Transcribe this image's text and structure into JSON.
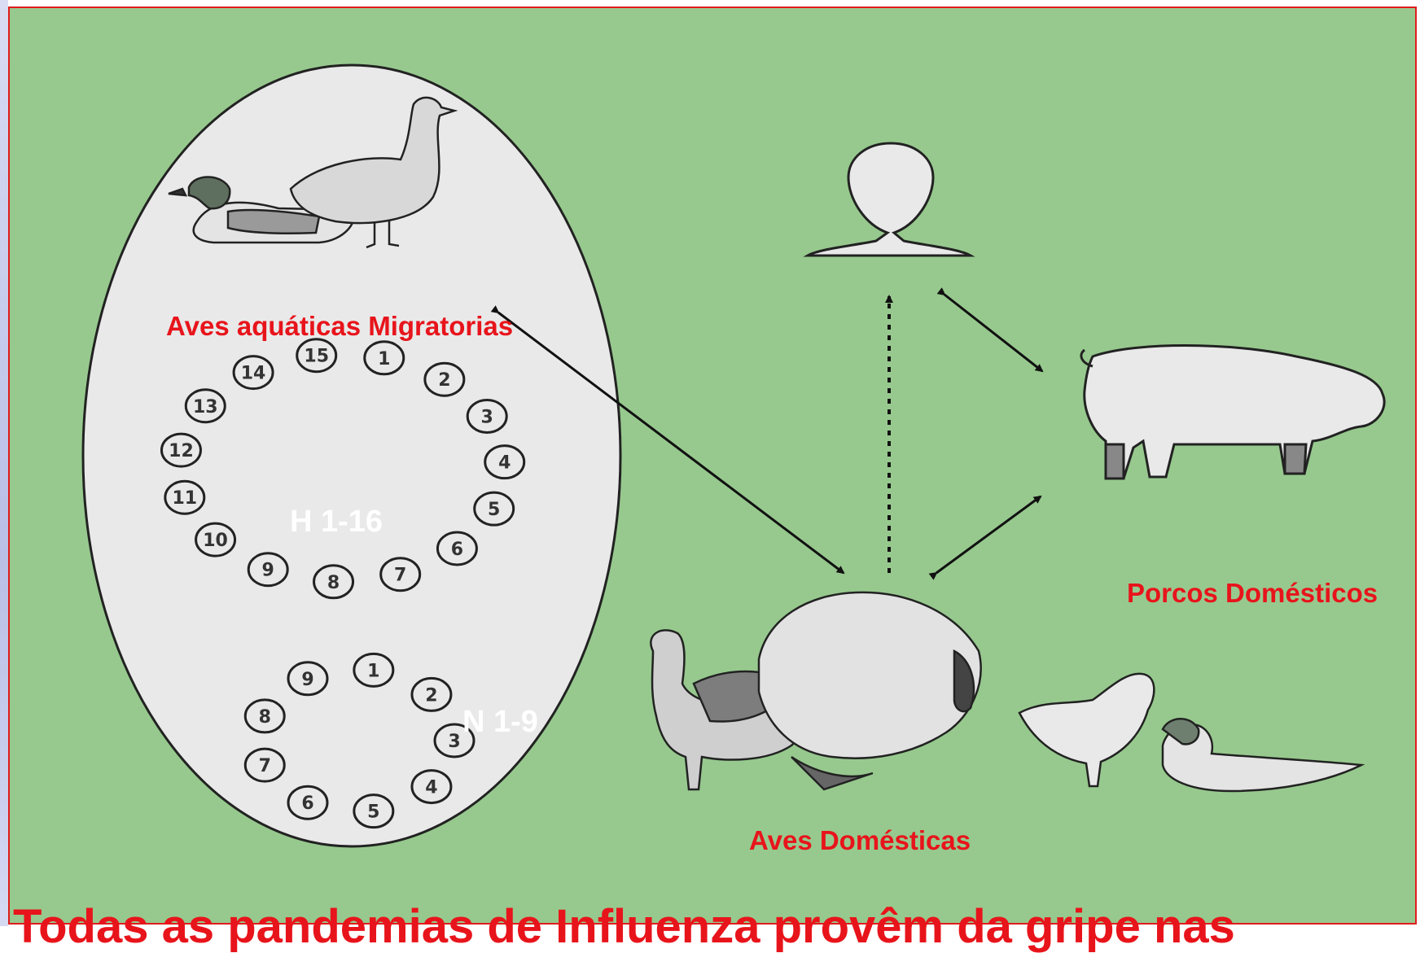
{
  "labels": {
    "wild_birds": "Aves aquáticas Migratorias",
    "h_subtypes": "H 1-16",
    "n_subtypes": "N 1-9",
    "pigs": "Porcos Domésticos",
    "poultry": "Aves Domésticas"
  },
  "h_numbers": [
    "1",
    "2",
    "3",
    "4",
    "5",
    "6",
    "7",
    "8",
    "9",
    "10",
    "11",
    "12",
    "13",
    "14",
    "15"
  ],
  "n_numbers": [
    "1",
    "2",
    "3",
    "4",
    "5",
    "6",
    "7",
    "8",
    "9"
  ],
  "caption": "Todas as pandemias de Influenza provêm da gripe nas",
  "colors": {
    "background": "#97c98e",
    "frame_border": "#e01b1b",
    "label_red": "#e8141b",
    "label_white": "#ffffff",
    "ellipse_fill": "#e9e9e9"
  },
  "icons": [
    "duck-icon",
    "goose-icon",
    "human-head-icon",
    "pig-icon",
    "rooster-icon",
    "turkey-icon",
    "hen-icon",
    "domestic-duck-icon"
  ]
}
